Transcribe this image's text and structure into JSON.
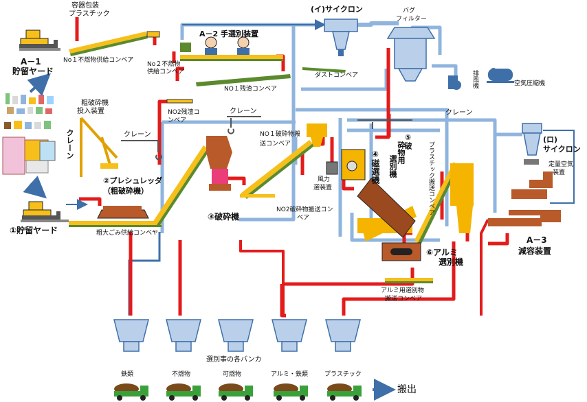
{
  "labels": {
    "a1_code": "A－1",
    "a1_name": "貯留ヤード",
    "yard_1": "①貯留ヤード",
    "plastic_pack": "容器包装",
    "plastic": "プラスチック",
    "no1_nonburn": "No１不燃物供給コンベア",
    "a2": "A－2 手選別装置",
    "no2_nonburn_1": "No２不燃物",
    "no2_nonburn_2": "供給コンベア",
    "no1_residue": "NO１残渣コンベア",
    "no2_residue_1": "NO2残渣コ",
    "no2_residue_2": "ンベア",
    "crude_input_1": "粗破砕機",
    "crude_input_2": "投入装置",
    "crane_vert": "クレーン",
    "crane_1": "クレーン",
    "crane_2": "クレーン",
    "crane_3": "クレーン",
    "press_1": "②プレシュレッダ",
    "press_2": "（粗破砕機）",
    "bulky_conv": "粗大ごみ供給コンベヤ",
    "crusher": "③破砕機",
    "no1_crushed_1": "NO１破砕物搬",
    "no1_crushed_2": "送コンベア",
    "no2_crushed_1": "NO2破砕物搬送コン",
    "no2_crushed_2": "ベア",
    "cyclone_i": "(イ)サイクロン",
    "bag_1": "バグ",
    "bag_2": "フィルター",
    "dust_conv": "ダストコンベア",
    "exhaust": "排風機",
    "compressor": "空気圧縮機",
    "wind_1": "風力",
    "wind_2": "選装置",
    "magnetic": "④磁選機",
    "sorted_1": "⑤破",
    "sorted_2": "砕物用",
    "sorted_3": "選別機",
    "plastic_conv": "プラスチック搬送コンベア",
    "aluminum_1": "⑥アルミ",
    "aluminum_2": "選別機",
    "al_conv_1": "アルミ用選別物",
    "al_conv_2": "搬送コンベア",
    "cyclone_ro_1": "(ロ)",
    "cyclone_ro_2": "サイクロン",
    "feeder_1": "定量空気",
    "feeder_2": "装置",
    "a3_code": "A－3",
    "a3_name": "減容装置",
    "bunker": "選別事の各バンカ",
    "iron": "鉄類",
    "nonburn": "不燃物",
    "burnable": "可燃物",
    "al_iron": "アルミ・鉄類",
    "plastics": "プラスチック",
    "carry_out": "搬出"
  },
  "colors": {
    "duct_blue": "#8fb4de",
    "duct_dark": "#3f6fa8",
    "flow_red": "#e41b1b",
    "conveyor_yellow": "#f6bf1a",
    "conveyor_green": "#5b8a2e",
    "machine_orange": "#f5b400",
    "machine_brown": "#9a4a1e",
    "crusher_brown": "#b85a2a",
    "crusher_pink": "#ea3d7a",
    "bunker_blue": "#b9cfea"
  }
}
